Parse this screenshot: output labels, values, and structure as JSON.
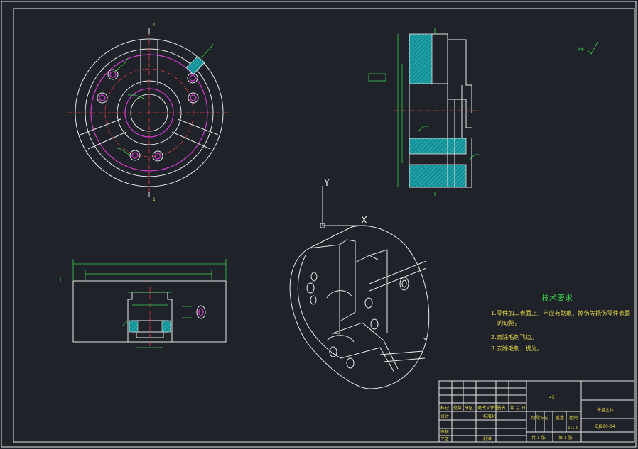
{
  "drawing": {
    "tech_title": "技术要求",
    "tech_notes": [
      "1.零件加工表面上，不应有划痕、擦伤等损伤零件表面",
      "的缺陷。",
      "2.去除毛刺飞边。",
      "3.去除毛刺，抛光。"
    ],
    "axis_y": "Y",
    "axis_x": "X",
    "section_mark": "1",
    "roughness_label": "其余"
  },
  "title_block": {
    "material": "45",
    "part_name": "卡盘主体",
    "drawing_no": "DJ900-04",
    "scale_label": "比例",
    "scale_value": "1:1.0",
    "sheet_total": "共 1 张",
    "sheet_no": "第 1 张",
    "row_labels": [
      "标记",
      "处数",
      "分区",
      "更改文件号",
      "签名",
      "年.月.日"
    ],
    "design": "设计",
    "standard": "标准化",
    "process": "工艺",
    "check": "审核",
    "approve": "批准",
    "stage_mark": "阶段标记",
    "weight": "重量"
  },
  "colors": {
    "background": "#1f2229",
    "line": "#e8e8e8",
    "center": "#e03a3a",
    "hatch": "#1ab0b0",
    "dim": "#39d24a",
    "text": "#e6d84a"
  }
}
